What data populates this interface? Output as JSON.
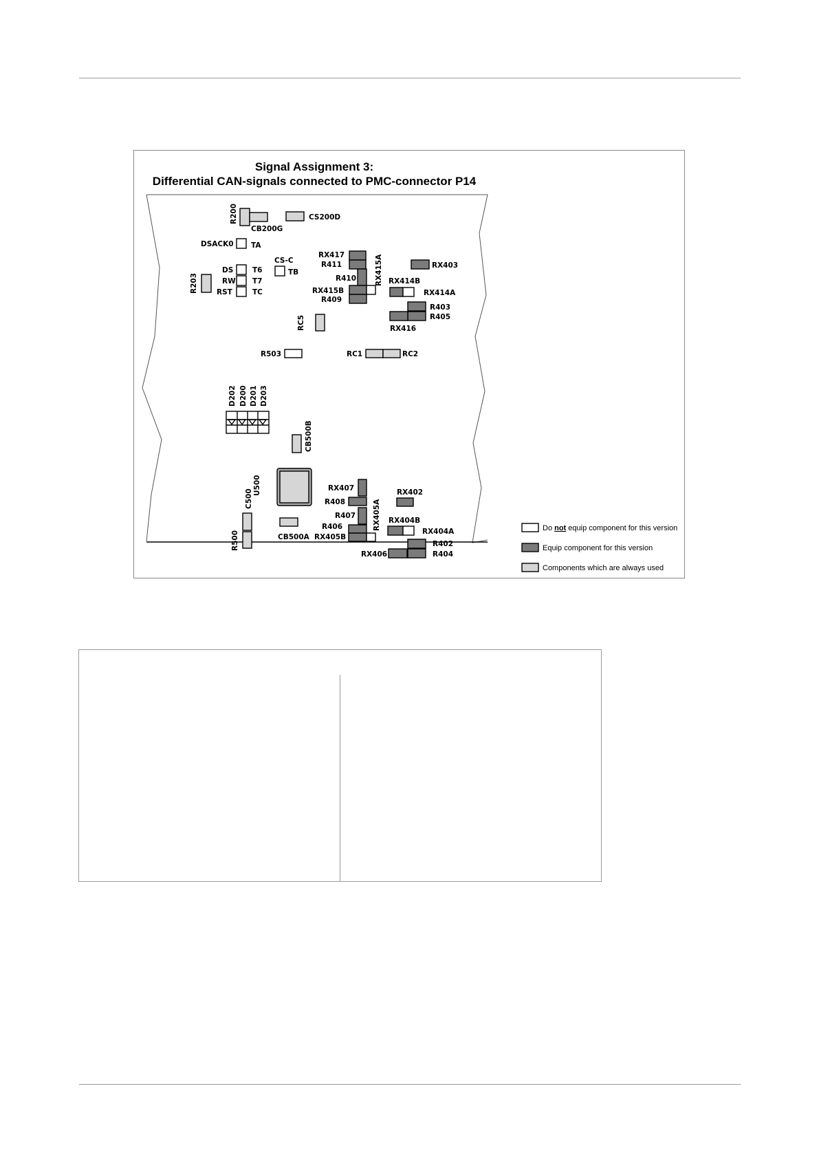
{
  "figure": {
    "title_line1": "Signal Assignment 3:",
    "title_line2": "Differential CAN-signals connected to PMC-connector P14",
    "colors": {
      "not_equipped": "#ffffff",
      "equipped": "#7b7b7b",
      "always_used": "#d6d6d6"
    },
    "labels": [
      "R200",
      "CB200G",
      "CS200D",
      "DSACK0",
      "TA",
      "RX417",
      "R411",
      "RX415A",
      "RX403",
      "CS-C",
      "TB",
      "DS",
      "T6",
      "RW",
      "T7",
      "RST",
      "TC",
      "R203",
      "R410",
      "RX414B",
      "RX414A",
      "RX415B",
      "R409",
      "R403",
      "R405",
      "RC5",
      "RX416",
      "R503",
      "RC1",
      "RC2",
      "D202",
      "D200",
      "D201",
      "D203",
      "CB500B",
      "U500",
      "RX407",
      "RX402",
      "R408",
      "C500",
      "R407",
      "RX405A",
      "R406",
      "RX404B",
      "RX404A",
      "RX405B",
      "CB500A",
      "R402",
      "R500",
      "RX406",
      "R404"
    ],
    "legend": [
      {
        "type": "not",
        "prefix": "Do ",
        "emph": "not",
        "suffix": " equip component for this version"
      },
      {
        "type": "equip",
        "text": "Equip component for this version"
      },
      {
        "type": "always",
        "text": "Components which are always used"
      }
    ]
  },
  "bottom_table": {}
}
